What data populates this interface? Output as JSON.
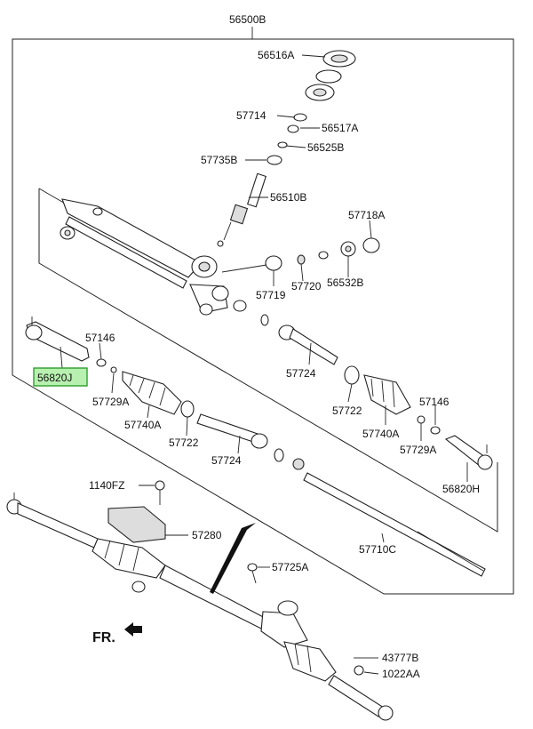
{
  "labels": {
    "assy": "56500B",
    "p56516a": "56516A",
    "p57714": "57714",
    "p56517a": "56517A",
    "p56525b": "56525B",
    "p57735b": "57735B",
    "p56510b": "56510B",
    "p57718a": "57718A",
    "p57719": "57719",
    "p57720": "57720",
    "p56532b": "56532B",
    "p57146_l": "57146",
    "p56820j": "56820J",
    "p57729a_l": "57729A",
    "p57740a_l": "57740A",
    "p57724_u": "57724",
    "p57722_r": "57722",
    "p57740a_r": "57740A",
    "p57146_r": "57146",
    "p57729a_r": "57729A",
    "p56820h": "56820H",
    "p57722_l": "57722",
    "p57724_l": "57724",
    "p1140fz": "1140FZ",
    "p57280": "57280",
    "p57710c": "57710C",
    "p57725a": "57725A",
    "p43777b": "43777B",
    "p1022aa": "1022AA",
    "front": "FR."
  },
  "highlight": {
    "part": "56820J",
    "color": "#b8f0b0",
    "border": "#2e9e2e"
  }
}
